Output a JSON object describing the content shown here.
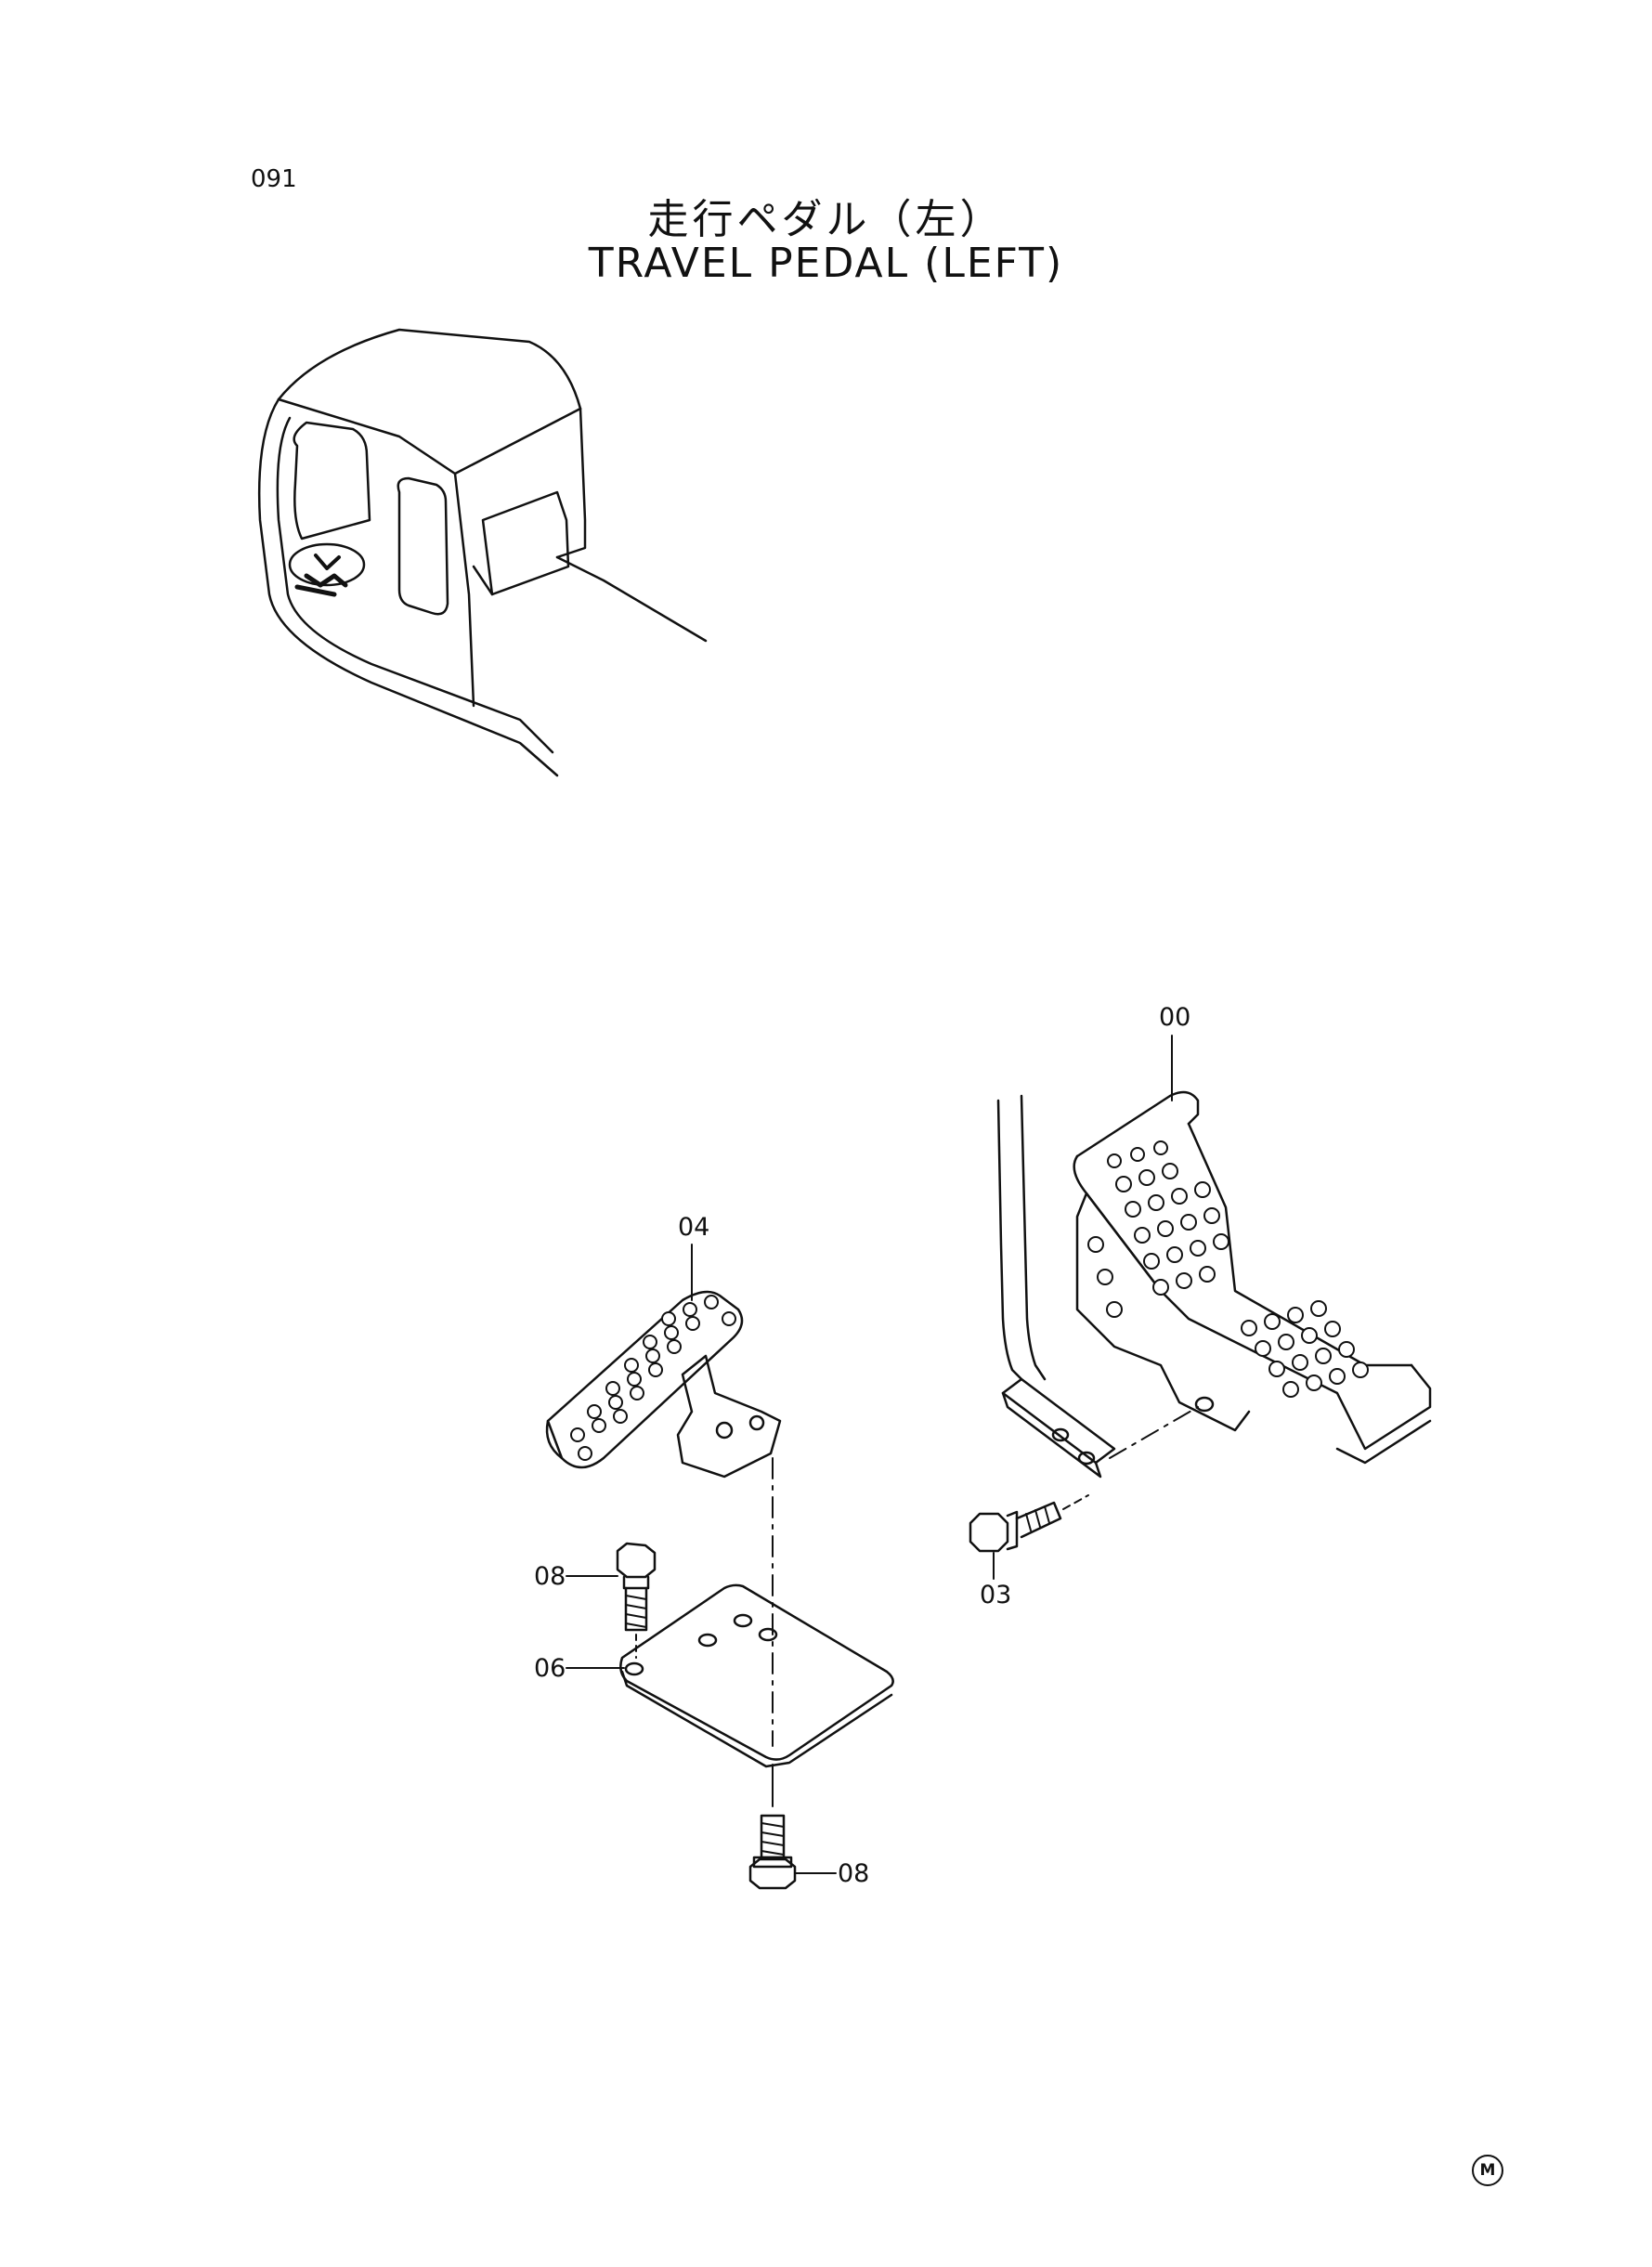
{
  "page_number": "091",
  "title_jp": "走行ペダル（左）",
  "title_en": "TRAVEL PEDAL (LEFT)",
  "callouts": {
    "c00": "00",
    "c04": "04",
    "c08_top": "08",
    "c06": "06",
    "c03": "03",
    "c08_bottom": "08"
  },
  "corner_mark": "M"
}
